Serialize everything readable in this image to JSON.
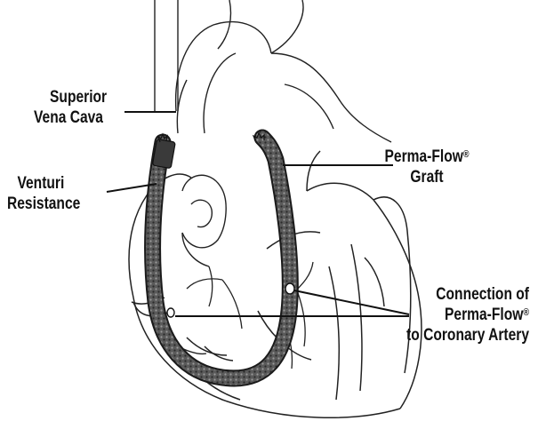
{
  "labels": {
    "superior_vena_cava": {
      "line1": "Superior",
      "line2": "Vena Cava"
    },
    "venturi_resistance": {
      "line1": "Venturi",
      "line2": "Resistance"
    },
    "perma_flow_graft": {
      "line1": "Perma-Flow",
      "line1_sup": "®",
      "line2": "Graft"
    },
    "connection": {
      "line1": "Connection of",
      "line2": "Perma-Flow",
      "line2_sup": "®",
      "line3": "to Coronary Artery"
    }
  },
  "colors": {
    "ink": "#111111",
    "graft": "#4a4a4a",
    "graft_light": "#8a8a8a",
    "background": "#ffffff"
  }
}
